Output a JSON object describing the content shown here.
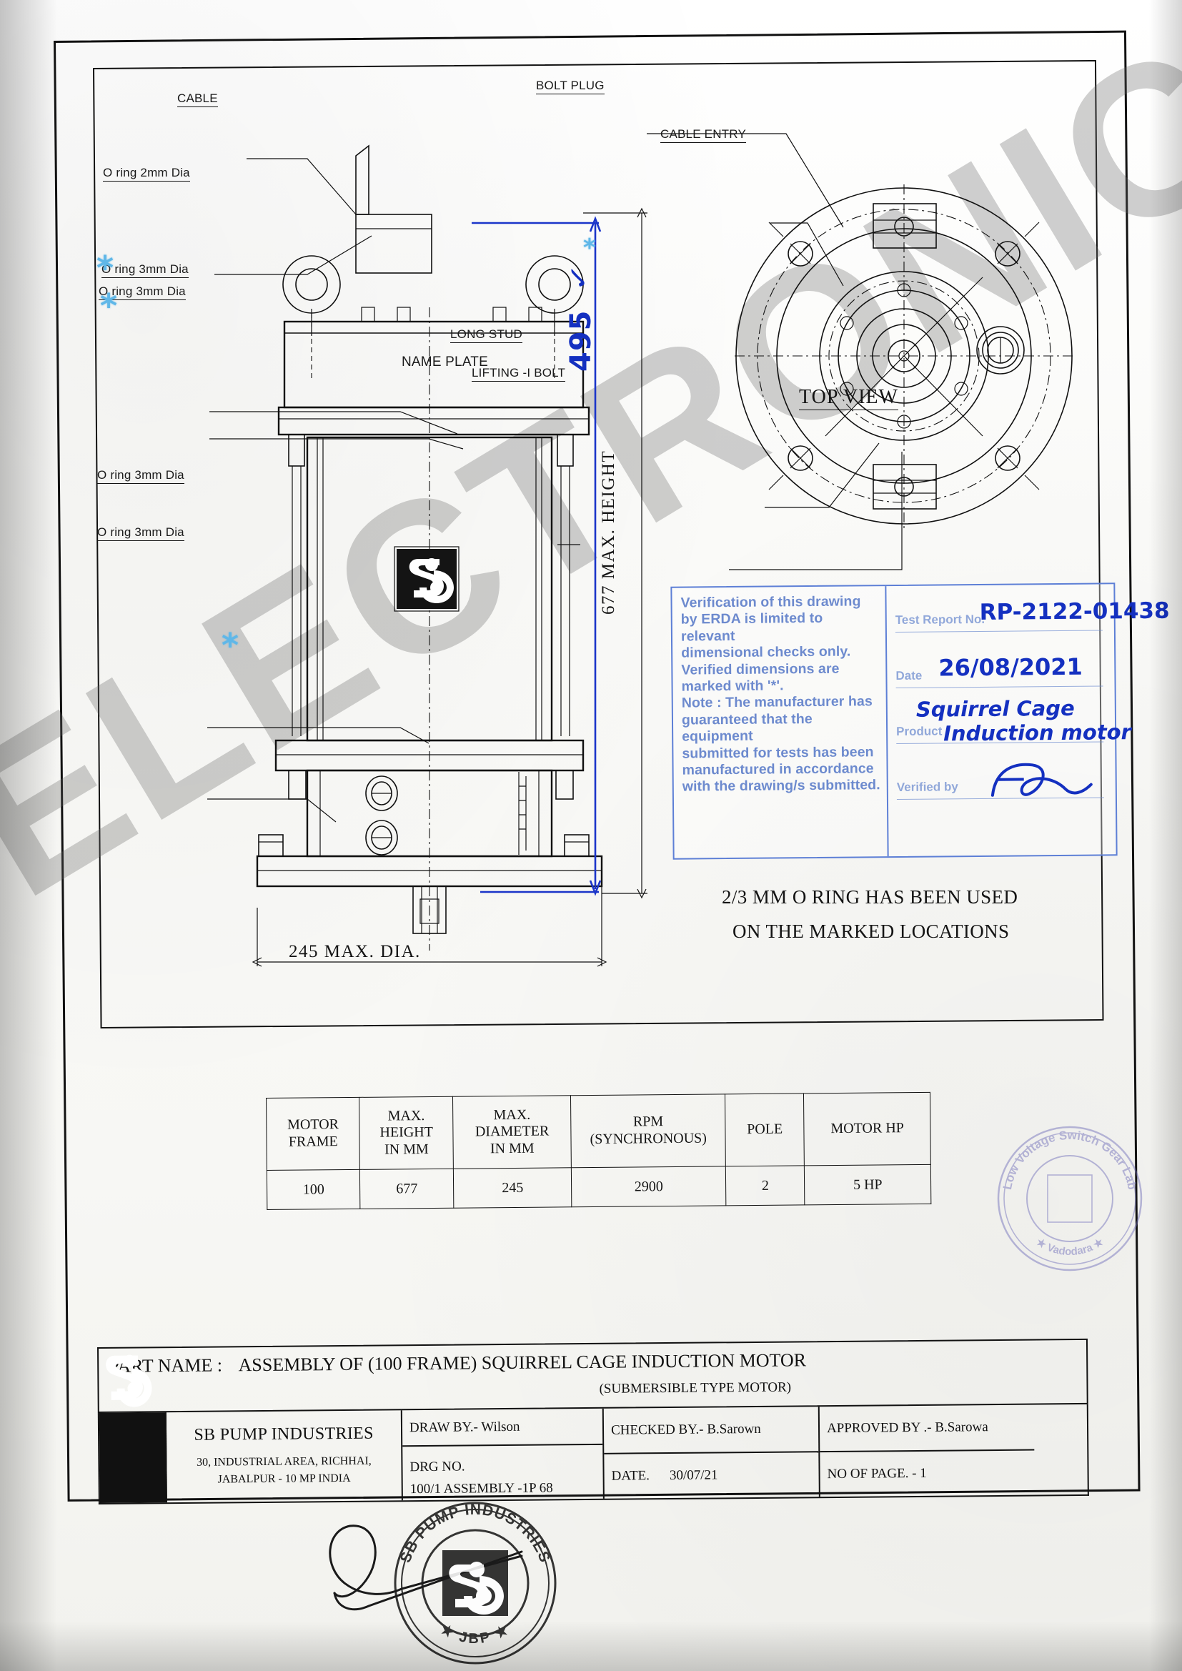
{
  "watermark": {
    "text": "ELECTRONIC COPY"
  },
  "annotations": {
    "cable": "CABLE",
    "bolt_plug": "BOLT PLUG",
    "cable_entry": "CABLE ENTRY",
    "o_ring_2mm": "O ring 2mm Dia",
    "o_ring_3mm_a": "O ring 3mm Dia",
    "o_ring_3mm_b": "O ring 3mm Dia",
    "o_ring_3mm_c": "O ring 3mm Dia",
    "o_ring_3mm_d": "O ring 3mm Dia",
    "name_plate": "NAME PLATE",
    "long_stud": "LONG STUD",
    "lifting_i_bolt": "LIFTING -I BOLT",
    "top_view": "TOP VIEW",
    "asterisk": "*"
  },
  "dimensions": {
    "height_vertical": "677 MAX.  HEIGHT",
    "diameter_horizontal": "245  MAX.  DIA.",
    "handwritten_495": "495",
    "handwritten_495_tick": "✓"
  },
  "note": {
    "line1": "2/3 MM O RING HAS BEEN USED",
    "line2": "ON THE MARKED LOCATIONS"
  },
  "verification_stamp": {
    "body_lines": [
      "Verification of this drawing",
      "by ERDA is limited to relevant",
      "dimensional checks only.",
      "Verified dimensions are",
      "marked with '*'.",
      "Note : The manufacturer has",
      "guaranteed that the equipment",
      "submitted for tests has been",
      "manufactured in accordance",
      "with the drawing/s submitted."
    ],
    "fields": [
      {
        "label": "Test Report No.",
        "value": "RP-2122-01438"
      },
      {
        "label": "Date",
        "value": "26/08/2021"
      },
      {
        "label": "Product",
        "value_line1": "Squirrel Cage",
        "value_line2": "Induction motor"
      },
      {
        "label": "Verified by",
        "value": "signature"
      }
    ]
  },
  "spec_table": {
    "headers": [
      "MOTOR\nFRAME",
      "MAX.\nHEIGHT\nIN MM",
      "MAX.\nDIAMETER\nIN MM",
      "RPM\n(SYNCHRONOUS)",
      "POLE",
      "MOTOR HP"
    ],
    "rows": [
      [
        "100",
        "677",
        "245",
        "2900",
        "2",
        "5 HP"
      ]
    ]
  },
  "title_block": {
    "part_name_label": "PART NAME :",
    "part_name": "ASSEMBLY OF (100 FRAME)  SQUIRREL CAGE INDUCTION MOTOR",
    "part_name_sub": "(SUBMERSIBLE TYPE  MOTOR)",
    "company": "SB PUMP INDUSTRIES",
    "address_line1": "30, INDUSTRIAL AREA, RICHHAI,",
    "address_line2": "JABALPUR - 10 MP INDIA",
    "draw_by": "DRAW BY.- Wilson",
    "drg_no_label": "DRG NO.",
    "drg_no": "100/1 ASSEMBLY -1P 68",
    "checked_by": "CHECKED BY.- B.Sarown",
    "date_label": "DATE.",
    "date_value": "30/07/21",
    "approved_by": "APPROVED BY .- B.Sarowa",
    "no_of_page": "NO OF PAGE. - 1"
  },
  "seals": {
    "erda_outer": "Low Voltage Switch Gear Lab",
    "erda_inner": "Vadodara",
    "sb_outer": "SB PUMP INDUSTRIES",
    "sb_inner": "JBP"
  },
  "colors": {
    "ink": "#111111",
    "stamp_blue": "#4a6fc4",
    "handwriting_blue": "#1430c0",
    "asterisk_blue": "#5fb7e8",
    "seal_violet": "#6a68b8"
  }
}
